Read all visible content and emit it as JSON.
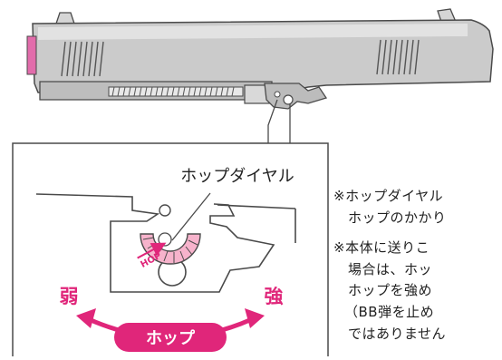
{
  "callout_label": "ホップダイヤル",
  "hop_text": "HOP",
  "weak_label": "弱",
  "strong_label": "強",
  "hop_button_label": "ホップ",
  "notes": [
    "※ホップダイヤル",
    "ホップのかかり",
    "※本体に送りこ",
    "場合は、ホッ",
    "ホップを強め",
    "（BB弾を止め",
    "ではありません"
  ],
  "colors": {
    "pink": "#e0267a",
    "light_pink": "#f7b3cc",
    "slide_gray": "#c9c9c9",
    "slide_light": "#dedede",
    "outline": "#4a4a4a",
    "muzzle_pink": "#e26cab"
  }
}
